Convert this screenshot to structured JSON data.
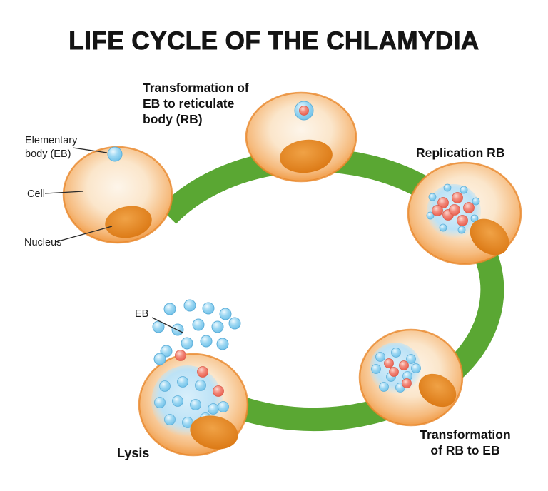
{
  "title": "LIFE CYCLE OF THE CHLAMYDIA",
  "stage_labels": {
    "transformation_eb_to_rb": "Transformation of\nEB to reticulate\nbody (RB)",
    "replication_rb": "Replication RB",
    "transformation_rb_to_eb": "Transformation\nof RB to EB",
    "lysis": "Lysis"
  },
  "callouts": {
    "elementary_body": "Elementary\nbody (EB)",
    "cell": "Cell",
    "nucleus": "Nucleus",
    "eb": "EB"
  },
  "colors": {
    "cycle_arrow_green": "#5aa733",
    "cell_orange": "#f2a55c",
    "nucleus_orange": "#dd7a12",
    "eb_blue": "#8ed1f0",
    "rb_red": "#ee6b58",
    "background": "#ffffff",
    "text": "#1a1a1a"
  }
}
